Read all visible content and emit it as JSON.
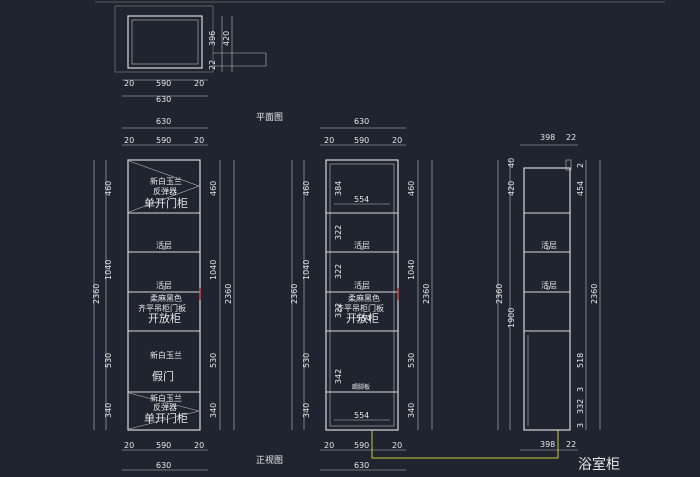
{
  "labels": {
    "plan_title": "平面图",
    "front_title": "正视图",
    "cabinet_name": "浴室柜"
  },
  "plan": {
    "d_396": "396",
    "d_420": "420",
    "d_22": "22",
    "d_20a": "20",
    "d_590": "590",
    "d_20b": "20",
    "d_630": "630"
  },
  "view1": {
    "top_630": "630",
    "top_20a": "20",
    "top_590": "590",
    "top_20b": "20",
    "left_460": "460",
    "left_1040": "1040",
    "left_530": "530",
    "left_340": "340",
    "left_2360": "2360",
    "right_460": "460",
    "right_1040": "1040",
    "right_530": "530",
    "right_340": "340",
    "right_2360": "2360",
    "bot_20a": "20",
    "bot_590": "590",
    "bot_20b": "20",
    "bot_630": "630",
    "top_line1": "新白玉兰",
    "top_line2": "反弹器",
    "top_line3": "单开门柜",
    "shelf1": "活层",
    "shelf2": "活层",
    "mid_line1": "柔麻黑色",
    "mid_line2": "齐平吊柜门板",
    "mid_line3": "开放柜",
    "low_line1": "新白玉兰",
    "low_line2": "假门",
    "base_line1": "新白玉兰",
    "base_line2": "反弹器",
    "base_line3": "单开门柜"
  },
  "view2": {
    "top_630": "630",
    "top_20a": "20",
    "top_590": "590",
    "top_20b": "20",
    "left_460": "460",
    "left_1040": "1040",
    "left_530": "530",
    "left_340": "340",
    "left_2360": "2360",
    "right_460": "460",
    "right_1040": "1040",
    "right_530": "530",
    "right_340": "340",
    "right_2360": "2360",
    "in_384": "384",
    "in_554a": "554",
    "in_322a": "322",
    "in_322b": "322",
    "in_322c": "322",
    "in_342": "342",
    "in_554b": "554",
    "in_554c": "554",
    "shelf1": "活层",
    "shelf2": "活层",
    "mid_line1": "柔麻黑色",
    "mid_line2": "齐平吊柜门板",
    "mid_line3": "开放柜",
    "small": "踢脚板",
    "bot_20a": "20",
    "bot_590": "590",
    "bot_20b": "20",
    "bot_630": "630"
  },
  "view3": {
    "top_398": "398",
    "top_22": "22",
    "left_40": "40",
    "left_420": "420",
    "left_2360": "2360",
    "left_1900": "1900",
    "right_2": "2",
    "right_454": "454",
    "right_518": "518",
    "right_3a": "3",
    "right_332": "332",
    "right_3b": "3",
    "right_2360": "2360",
    "shelf1": "活层",
    "shelf2": "活层",
    "bot_398": "398",
    "bot_22": "22"
  }
}
